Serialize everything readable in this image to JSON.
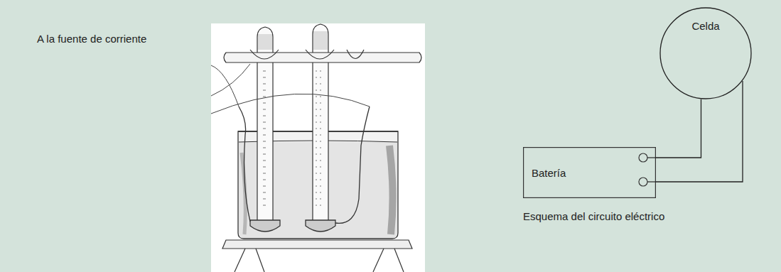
{
  "diagram": {
    "nodes": [
      {
        "text": [
          "Celda"
        ]
      },
      {
        "text": [
          "Batería"
        ]
      }
    ],
    "edges": [
      {
        "from": 1,
        "to": 0,
        "arrow": "none"
      },
      {
        "from": 1,
        "to": 0,
        "arrow": "none"
      }
    ],
    "labels": [
      "A la fuente de corriente",
      "Esquema del circuito eléctrico"
    ]
  }
}
